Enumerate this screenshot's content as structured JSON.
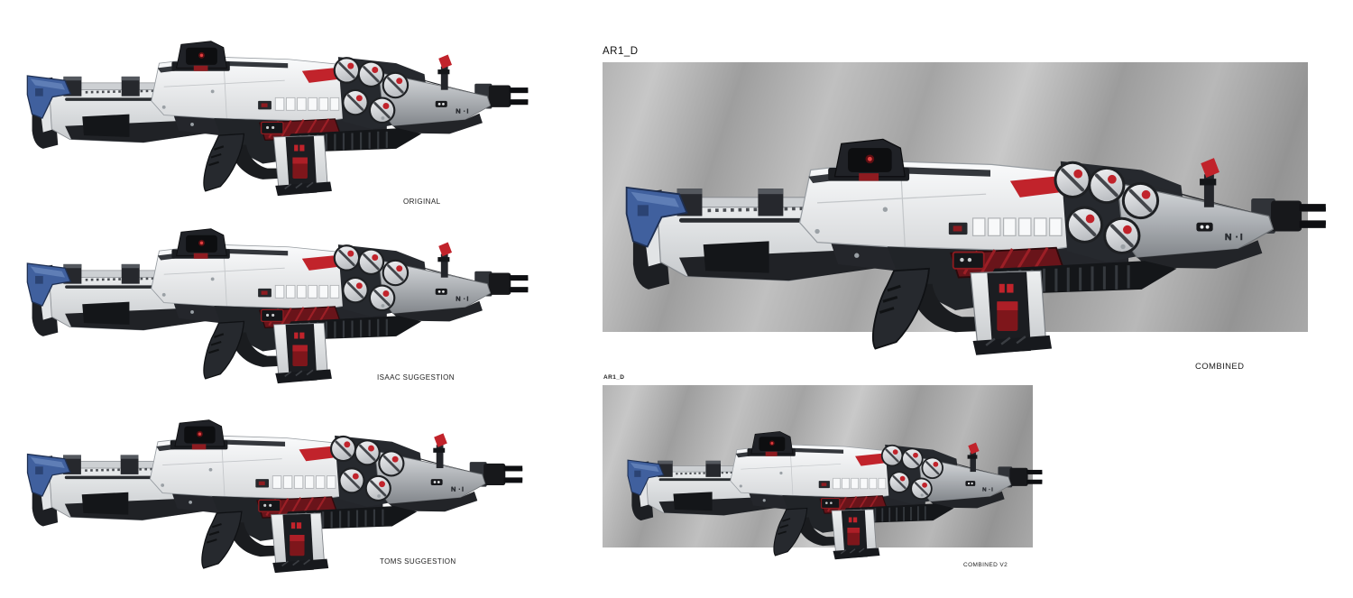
{
  "sheet": {
    "background": "#ffffff",
    "figures": {
      "original": {
        "caption": "ORIGINAL"
      },
      "isaac": {
        "caption": "ISAAC SUGGESTION"
      },
      "toms": {
        "caption": "TOMS SUGGESTION"
      },
      "combined": {
        "panel_label": "AR1_D",
        "caption": "COMBINED"
      },
      "combined_v2": {
        "panel_label": "AR1_D",
        "caption": "COMBINED V2"
      }
    },
    "palette": {
      "panel_gray": "#a8a8a8",
      "panel_gray_light": "#c9c9c9",
      "panel_gray_dark": "#949494",
      "gun_white": "#eff0f2",
      "gun_light_gray": "#c6c9cc",
      "gun_mid_gray": "#9aa0a5",
      "gun_dark_gray": "#26282c",
      "gun_black": "#141519",
      "accent_red": "#c1232b",
      "accent_dark_red": "#6e1418",
      "accent_blue": "#40609e",
      "label_color": "#1a1a1a"
    }
  }
}
